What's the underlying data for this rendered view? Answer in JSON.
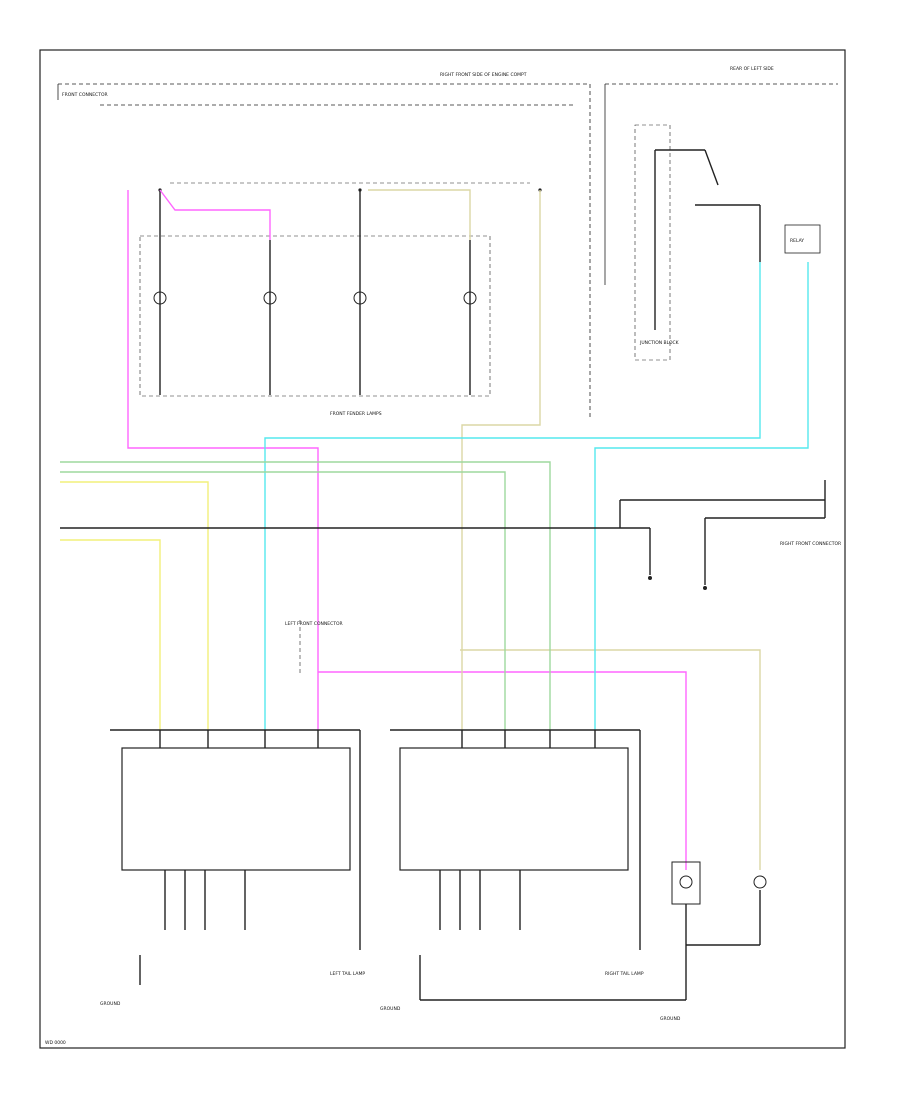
{
  "diagram": {
    "page_code": "WD 0000",
    "colors": {
      "pink": "#ff66ff",
      "cyan": "#55e8ee",
      "yellow": "#f2f07a",
      "tan": "#dcd7a6",
      "green": "#9ed89e",
      "black": "#222222"
    },
    "labels": {
      "top_right_header": "RIGHT FRONT SIDE OF ENGINE COMPT",
      "top_left_header": "FRONT CONNECTOR",
      "rear_header": "REAR OF LEFT SIDE",
      "lamp_group_bottom": "FRONT FENDER LAMPS",
      "ground_mid": "GROUND",
      "ground_left": "GROUND",
      "ground_right": "GROUND",
      "left_switch_name": "LEFT TAIL LAMP",
      "right_switch_name": "RIGHT TAIL LAMP",
      "center_connector": "LEFT FRONT CONNECTOR",
      "right_connector": "RIGHT FRONT CONNECTOR",
      "relay": "RELAY",
      "junction": "JUNCTION BLOCK"
    }
  }
}
